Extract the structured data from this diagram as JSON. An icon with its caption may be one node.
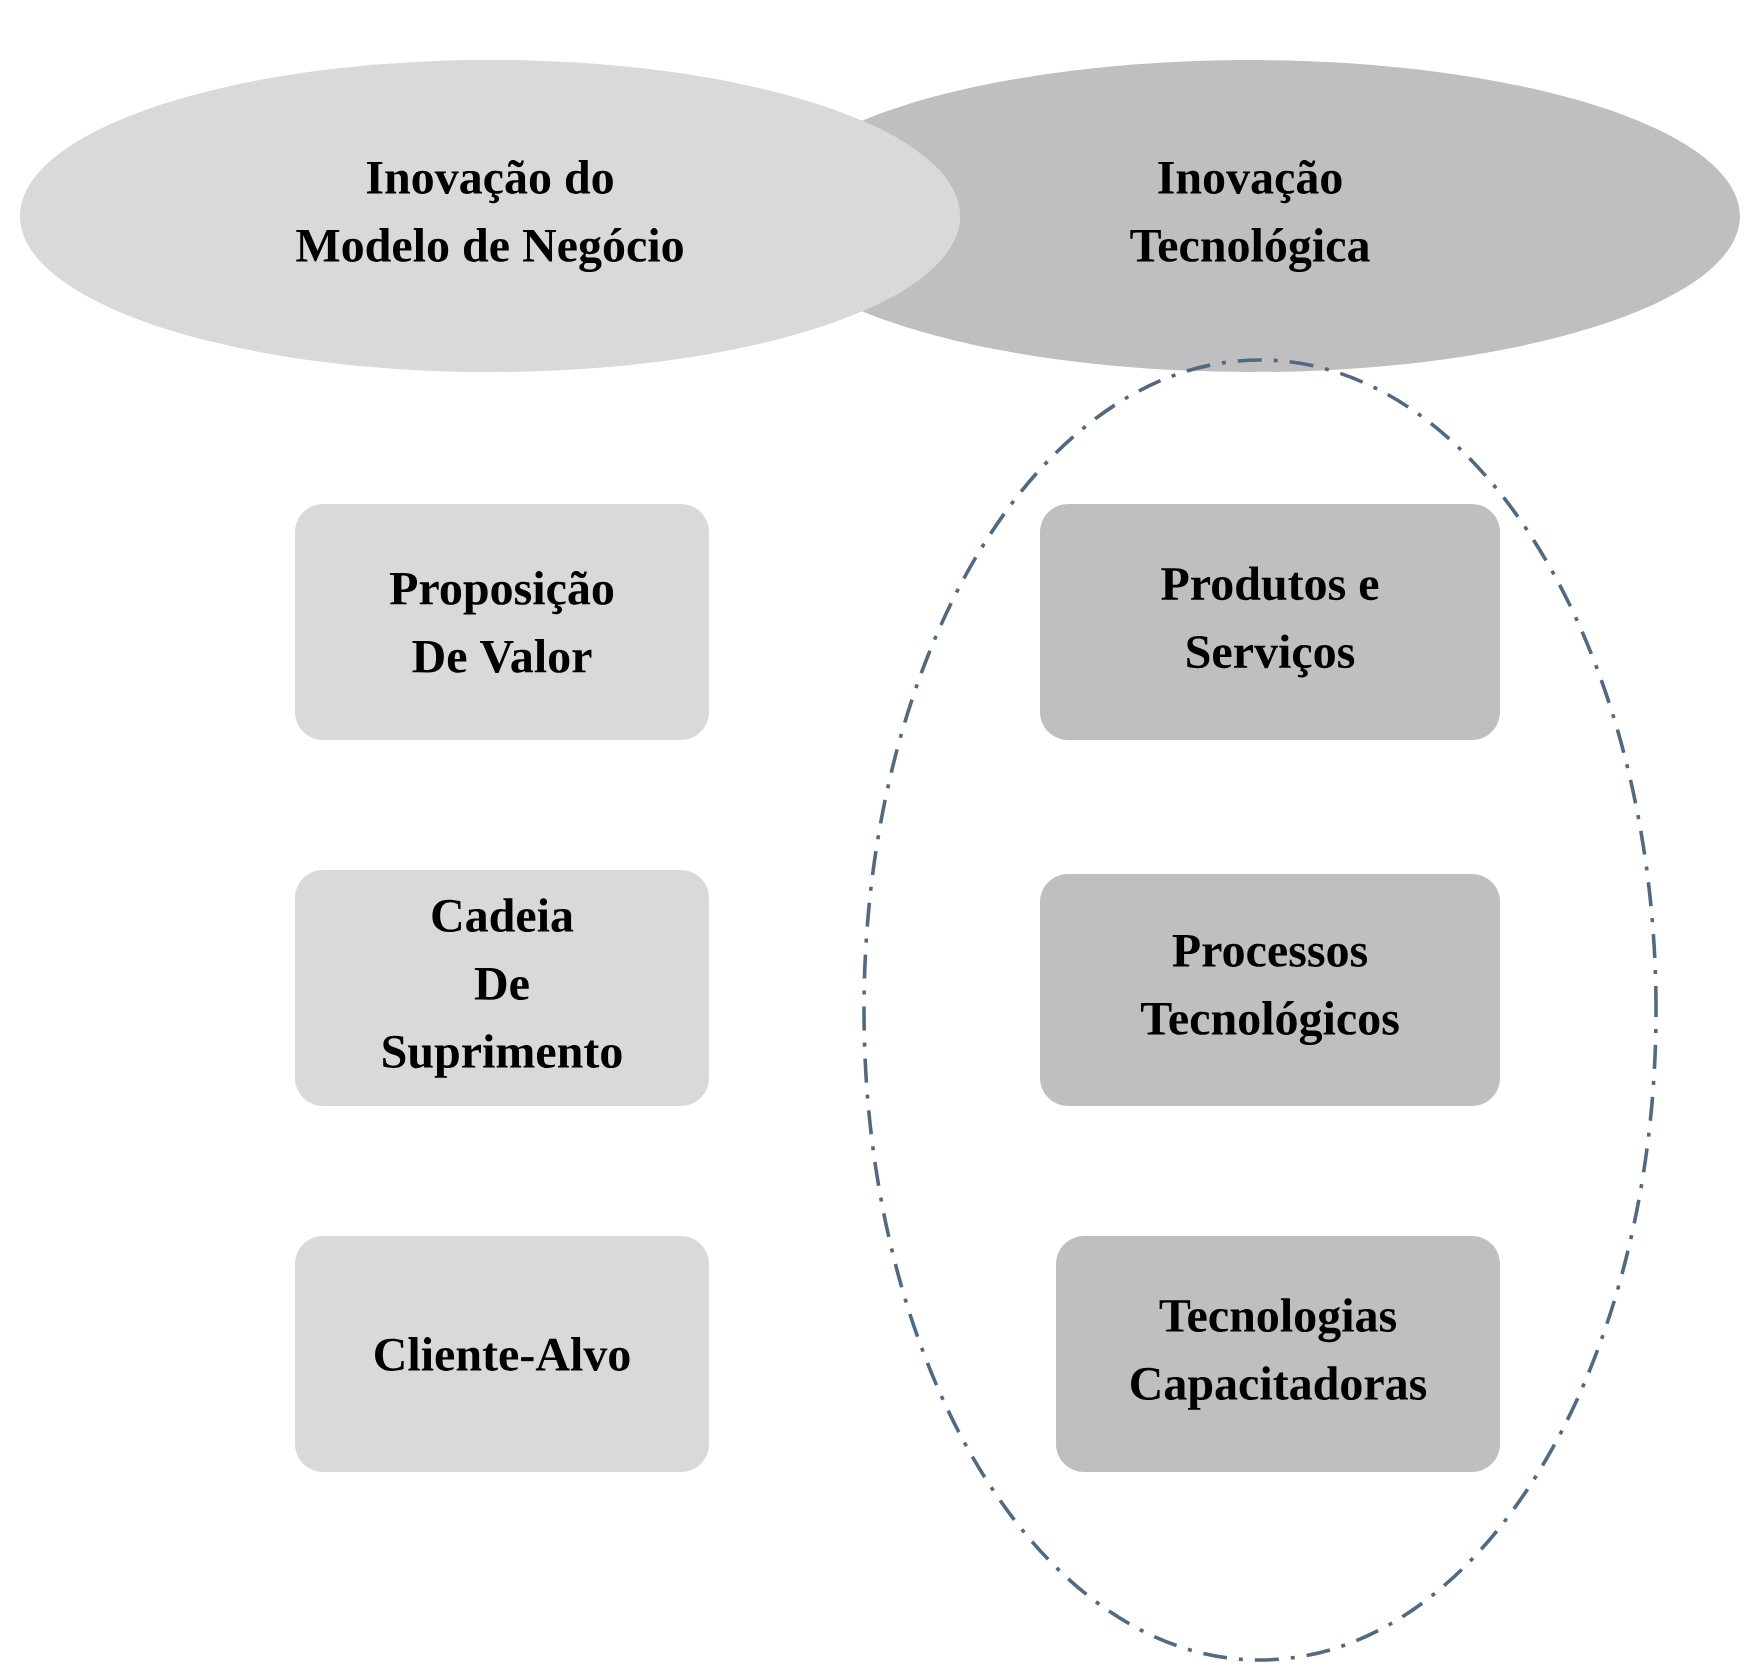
{
  "diagram": {
    "nodes": [
      {
        "text": [
          "Inovação do Modelo de Negócio"
        ]
      },
      {
        "text": [
          "Inovação Tecnológica"
        ]
      },
      {
        "text": [
          "Proposição De Valor"
        ]
      },
      {
        "text": [
          "Cadeia De Suprimento"
        ]
      },
      {
        "text": [
          "Cliente-Alvo"
        ]
      },
      {
        "text": [],
        "shape": "ellipse"
      },
      {
        "text": [
          "Produtos e Serviços"
        ],
        "in": 5
      },
      {
        "text": [
          "Processos Tecnológicos"
        ],
        "in": 5
      },
      {
        "text": [
          "Tecnologias Capacitadoras"
        ],
        "in": 5
      }
    ]
  }
}
